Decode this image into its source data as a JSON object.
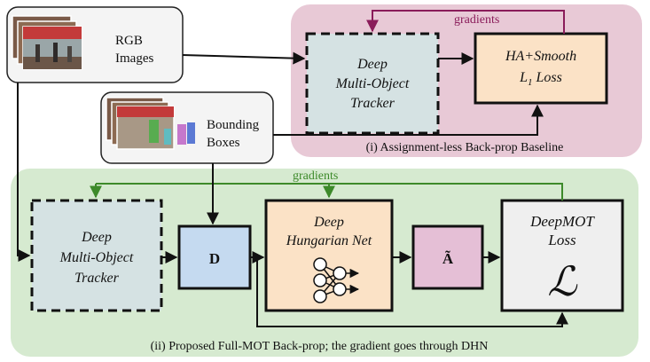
{
  "colors": {
    "panel_top": "#e8c9d6",
    "panel_bottom": "#d6ead0",
    "tracker_fill": "#d5e2e3",
    "loss_fill": "#fbe2c6",
    "dhn_fill": "#fbe2c6",
    "d_fill": "#c5daf0",
    "a_fill": "#e5bfd6",
    "deepmot_fill": "#efefef",
    "arrow_purple": "#8a1c5a",
    "arrow_green": "#3d8a2a",
    "arrow_black": "#111111"
  },
  "inputs": {
    "rgb": {
      "line1": "RGB",
      "line2": "Images"
    },
    "boxes": {
      "line1": "Bounding",
      "line2": "Boxes"
    }
  },
  "top": {
    "tracker": {
      "line1": "Deep",
      "line2": "Multi-Object",
      "line3": "Tracker"
    },
    "loss": {
      "line1": "HA+Smooth",
      "line2_main": "L",
      "line2_sub": "1",
      "line2_rest": " Loss"
    },
    "gradients": "gradients",
    "caption": "(i) Assignment-less Back-prop Baseline"
  },
  "bottom": {
    "tracker": {
      "line1": "Deep",
      "line2": "Multi-Object",
      "line3": "Tracker"
    },
    "d_label": "D",
    "dhn": {
      "line1": "Deep",
      "line2": "Hungarian Net"
    },
    "a_label": "Ã",
    "deepmot": {
      "line1": "DeepMOT",
      "line2": "Loss",
      "symbol": "ℒ"
    },
    "gradients": "gradients",
    "caption": "(ii) Proposed Full-MOT Back-prop; the gradient goes through DHN"
  }
}
